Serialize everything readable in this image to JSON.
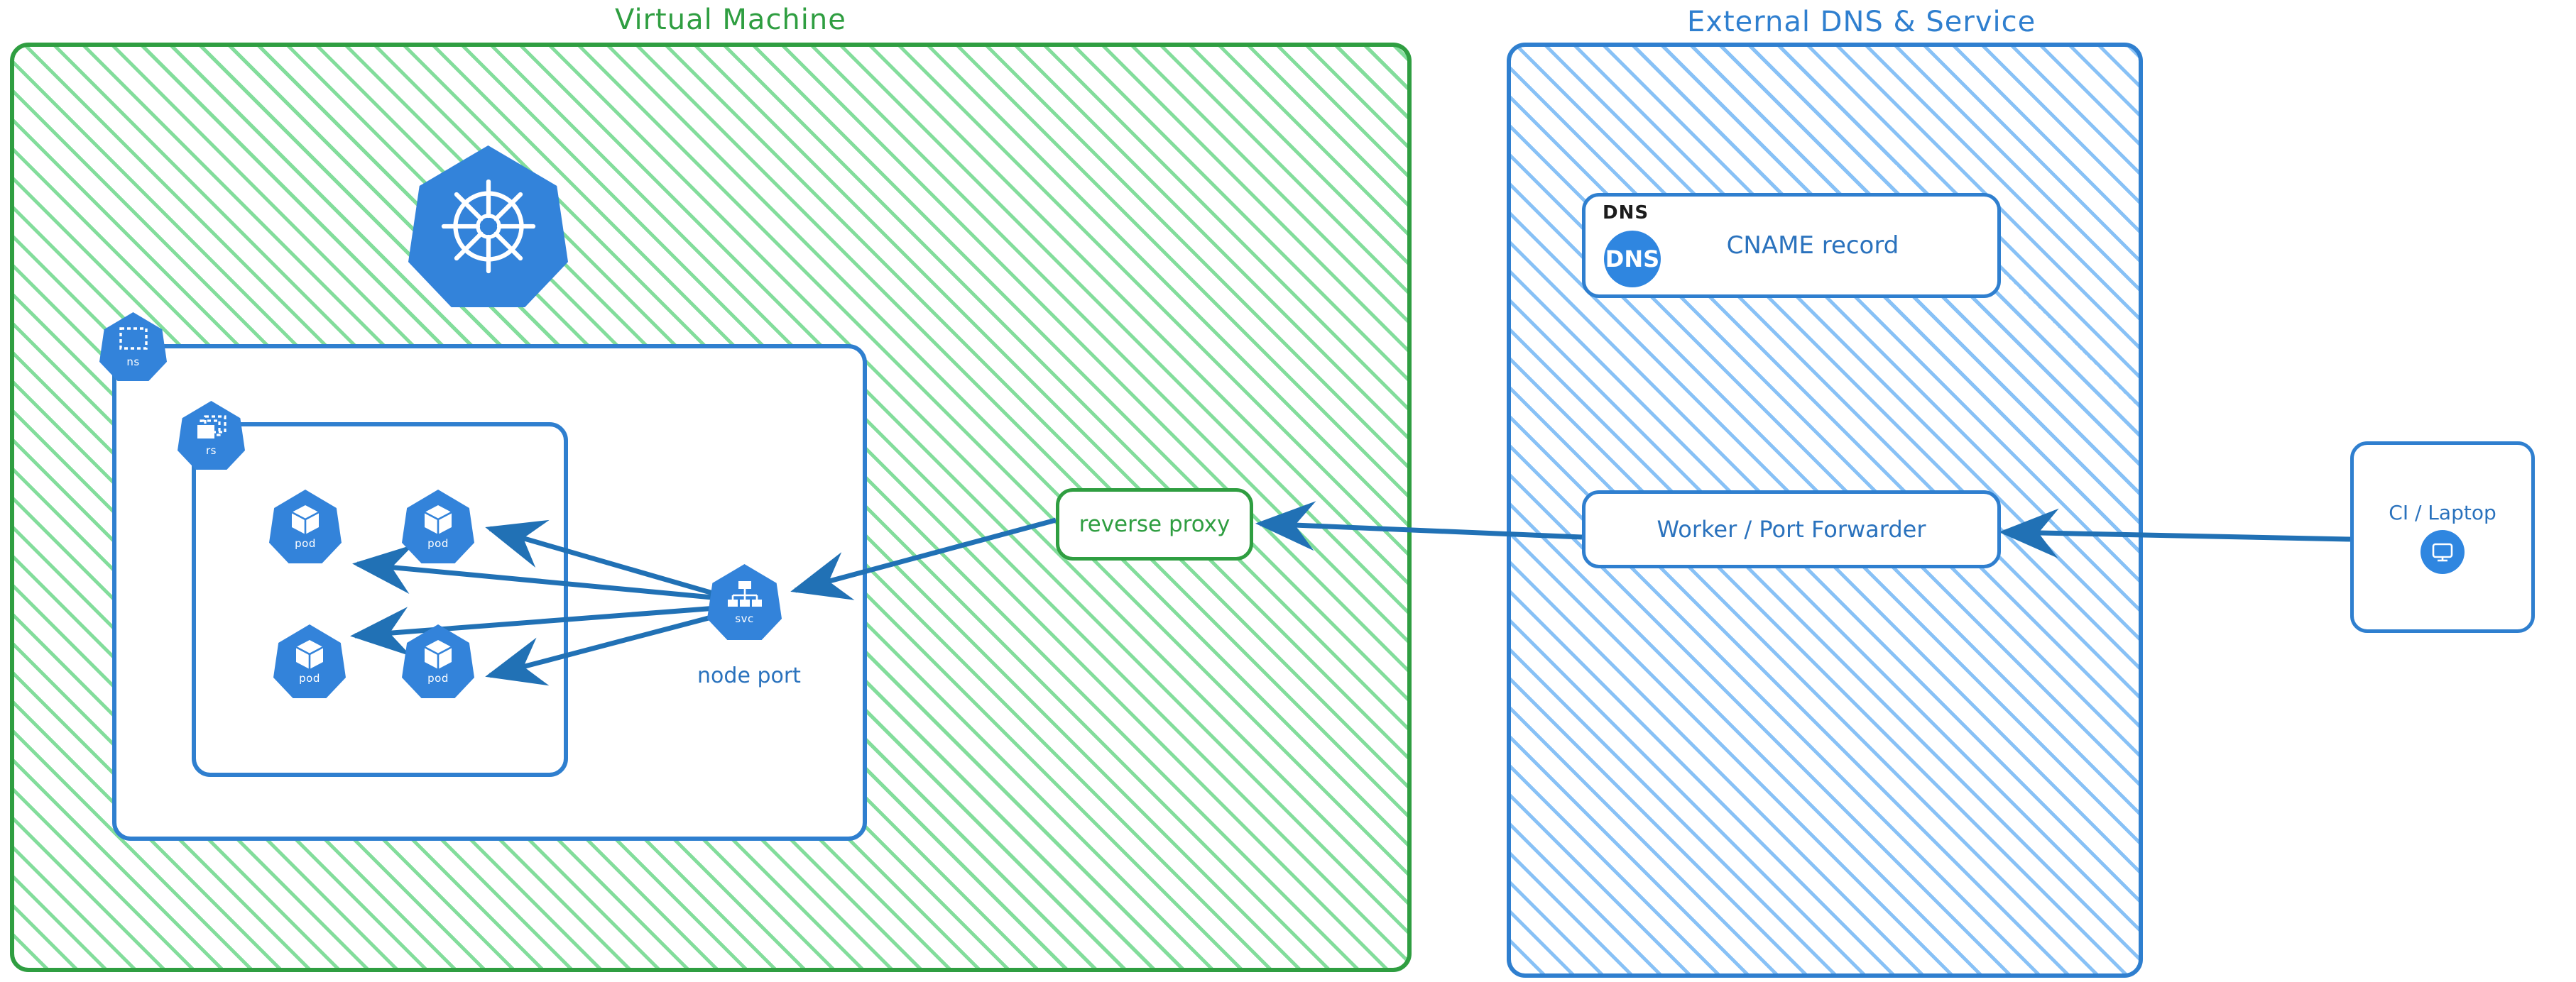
{
  "panels": {
    "vm": {
      "title": "Virtual Machine",
      "color": "#2f9e41",
      "hatch": "diagonal-green"
    },
    "external": {
      "title": "External DNS & Service",
      "color": "#2f7fcf",
      "hatch": "diagonal-blue"
    }
  },
  "kubernetes": {
    "logo_label": "kubernetes",
    "namespace": {
      "caption": "ns",
      "icon": "namespace-icon"
    },
    "replicaset": {
      "caption": "rs",
      "icon": "replicaset-icon"
    },
    "pods": [
      {
        "caption": "pod",
        "icon": "pod-icon"
      },
      {
        "caption": "pod",
        "icon": "pod-icon"
      },
      {
        "caption": "pod",
        "icon": "pod-icon"
      },
      {
        "caption": "pod",
        "icon": "pod-icon"
      }
    ],
    "service": {
      "caption": "svc",
      "icon": "service-icon",
      "label": "node port"
    }
  },
  "boxes": {
    "reverse_proxy": {
      "label": "reverse proxy",
      "color": "#2f9e41"
    },
    "dns": {
      "tag": "DNS",
      "badge": "DNS",
      "label": "CNAME record",
      "color": "#2f7fcf"
    },
    "worker": {
      "label": "Worker / Port Forwarder",
      "color": "#2f7fcf"
    },
    "ci": {
      "label": "CI / Laptop",
      "icon": "monitor-icon",
      "color": "#2f7fcf"
    }
  },
  "arrows": [
    {
      "from": "svc",
      "to": "pod1"
    },
    {
      "from": "svc",
      "to": "pod2"
    },
    {
      "from": "svc",
      "to": "pod3"
    },
    {
      "from": "svc",
      "to": "pod4"
    },
    {
      "from": "reverse-proxy",
      "to": "svc"
    },
    {
      "from": "worker",
      "to": "reverse-proxy"
    },
    {
      "from": "ci-laptop",
      "to": "worker"
    }
  ],
  "colors": {
    "green": "#2f9e41",
    "green_hatch": "#7cdb96",
    "blue": "#2f7fcf",
    "blue_hatch": "#82bef5",
    "k8s_blue": "#3383da",
    "arrow_blue": "#2171b5",
    "text_dark": "#1c1c1c"
  }
}
